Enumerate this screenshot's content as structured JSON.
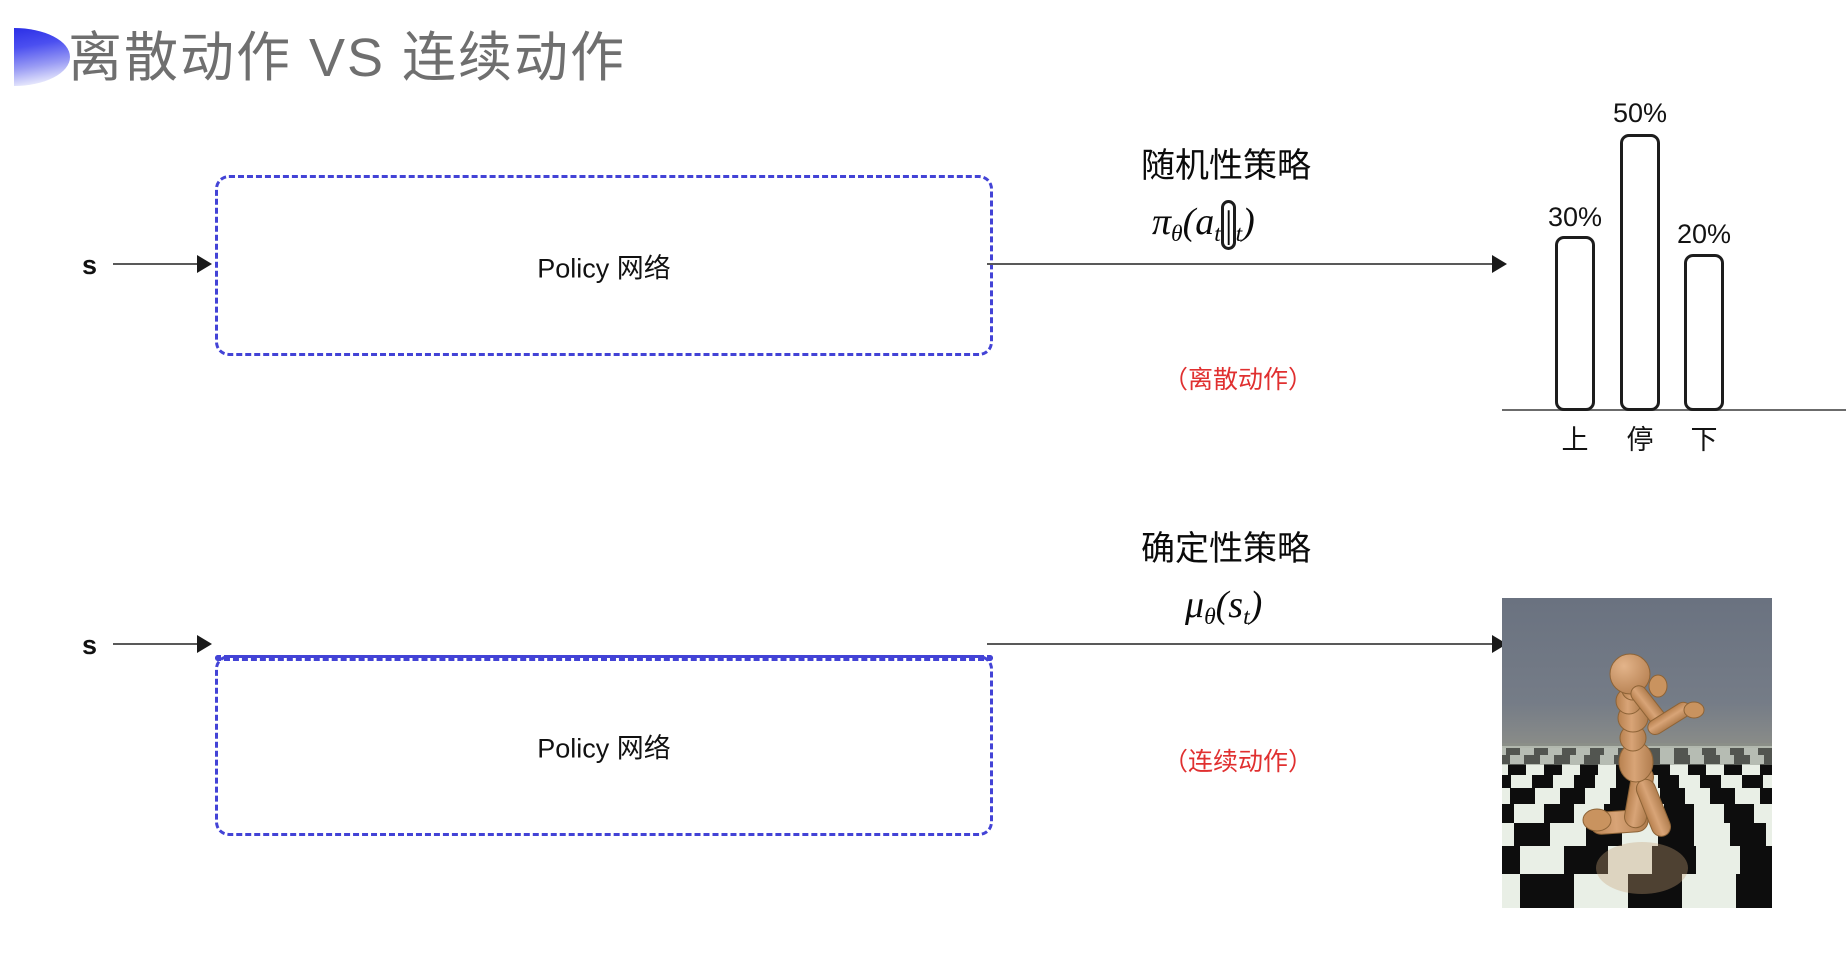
{
  "slide": {
    "title": "离散动作 VS 连续动作",
    "accent_color": "#3a3ee8",
    "title_color": "#6f6f6f",
    "box_color": "#4343d6",
    "note_color": "#e03030"
  },
  "rows": [
    {
      "input_label": "s",
      "box_label": "Policy 网络",
      "policy_title": "随机性策略",
      "formula_main": "π",
      "formula_sub": "θ",
      "formula_args": "(a",
      "formula_arg_sub1": "t",
      "formula_bar": "|",
      "formula_arg2": "s",
      "formula_arg_sub2": "t",
      "formula_close": ")",
      "formula_plain": "πθ(at|st)",
      "note": "（离散动作）"
    },
    {
      "input_label": "s",
      "box_label": "Policy 网络",
      "policy_title": "确定性策略",
      "formula_main": "μ",
      "formula_sub": "θ",
      "formula_args": "(s",
      "formula_arg_sub1": "t",
      "formula_close": ")",
      "formula_plain": "μθ(st)",
      "note": "（连续动作）"
    }
  ],
  "chart_data": {
    "type": "bar",
    "title": "",
    "xlabel": "",
    "ylabel": "",
    "grid": false,
    "legend": "none",
    "ylim": [
      0,
      60
    ],
    "categories": [
      "上",
      "停",
      "下"
    ],
    "values": [
      30,
      50,
      20
    ],
    "value_labels": [
      "30%",
      "50%",
      "20%"
    ]
  },
  "sim_image": {
    "caption": "humanoid-mujoco-render",
    "sky_color": "#6d7581",
    "floor_light": "#e8efe4",
    "floor_dark": "#111111",
    "body_color": "#cf9a6e"
  }
}
